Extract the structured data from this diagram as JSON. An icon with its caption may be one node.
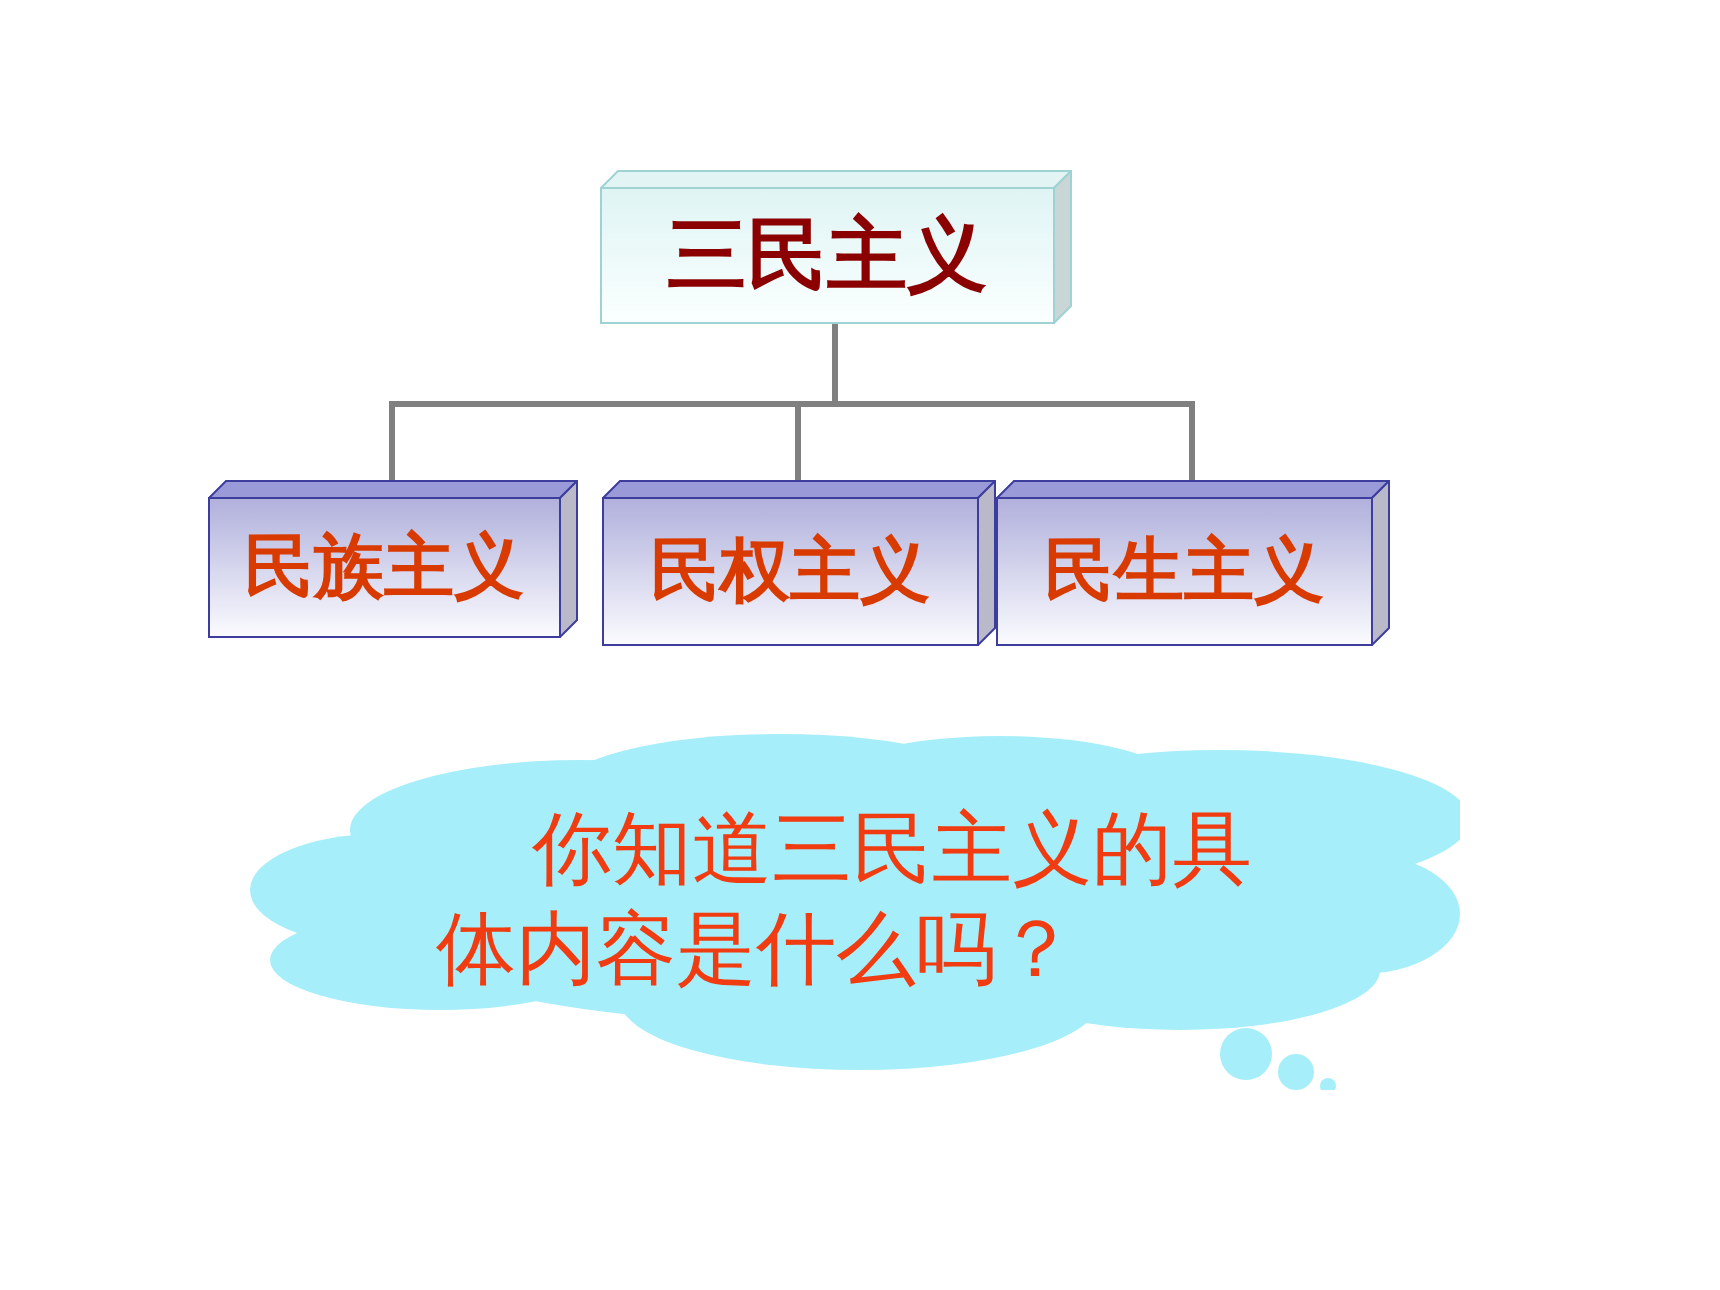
{
  "diagram": {
    "nodes": [
      {
        "text": [
          "三民主义"
        ]
      },
      {
        "text": [
          "民族主义"
        ]
      },
      {
        "text": [
          "民权主义"
        ]
      },
      {
        "text": [
          "民生主义"
        ]
      },
      {
        "text": [
          "你知道三民主义的具体内容是什么吗？"
        ]
      }
    ],
    "edges": [
      {
        "from": 0,
        "to": 1,
        "arrow": "none"
      },
      {
        "from": 0,
        "to": 2,
        "arrow": "none"
      },
      {
        "from": 0,
        "to": 3,
        "arrow": "none"
      }
    ]
  }
}
